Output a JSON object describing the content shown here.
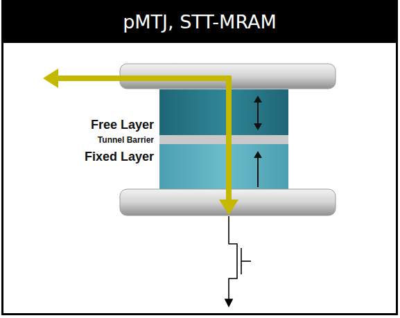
{
  "diagram": {
    "title": "pMTJ, STT-MRAM",
    "labels": [
      "Free Layer",
      "Tunnel Barrier",
      "Fixed Layer"
    ]
  }
}
